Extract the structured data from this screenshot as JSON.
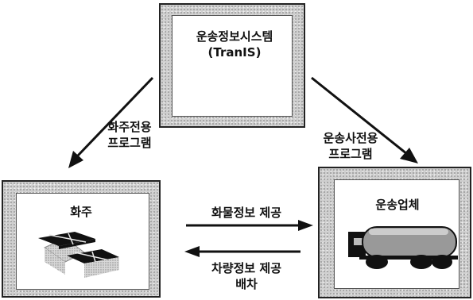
{
  "system": {
    "title": "운송정보시스템",
    "subtitle": "(TranIS)"
  },
  "shipper": {
    "title": "화주"
  },
  "carrier": {
    "title": "운송업체"
  },
  "left_arrow_label": [
    "화주전용",
    "프로그램"
  ],
  "right_arrow_label": [
    "운송사전용",
    "프로그램"
  ],
  "freight_info_label": "화물정보 제공",
  "vehicle_info_label": [
    "차량정보 제공",
    "배차"
  ]
}
